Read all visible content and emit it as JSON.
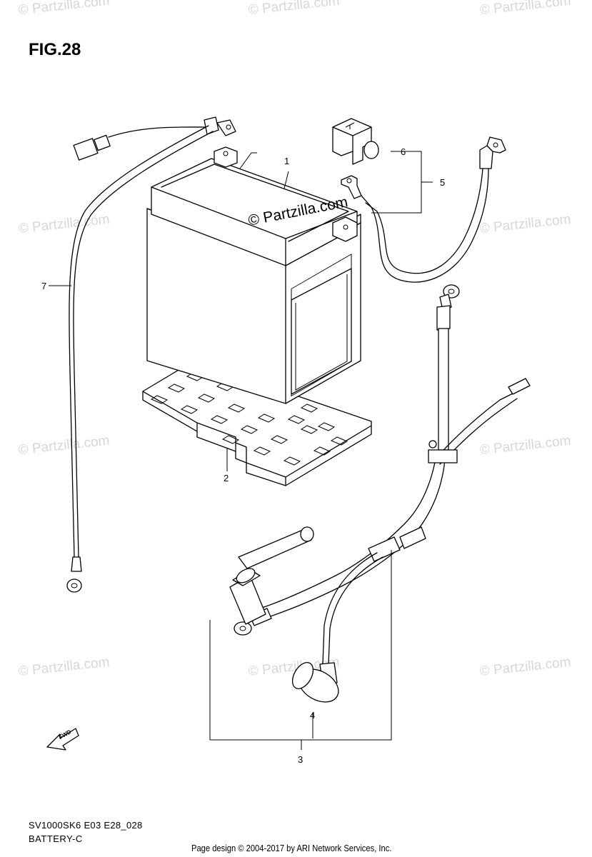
{
  "figure": {
    "title": "FIG.28",
    "model_code": "SV1000SK6 E03 E28_028",
    "section_name": "BATTERY-C"
  },
  "callouts": [
    {
      "label": "1",
      "part": "battery"
    },
    {
      "label": "2",
      "part": "battery-tray"
    },
    {
      "label": "3",
      "part": "starter-cable-assembly"
    },
    {
      "label": "4",
      "part": "cable-cap"
    },
    {
      "label": "5",
      "part": "positive-battery-lead"
    },
    {
      "label": "6",
      "part": "terminal-cover"
    },
    {
      "label": "7",
      "part": "ground-lead"
    }
  ],
  "fwd_badge": "FWD",
  "watermarks": {
    "repeated": "© Partzilla.com",
    "center": "© Partzilla.com"
  },
  "footer": {
    "copyright": "Page design © 2004-2017 by ARI Network Services, Inc."
  }
}
